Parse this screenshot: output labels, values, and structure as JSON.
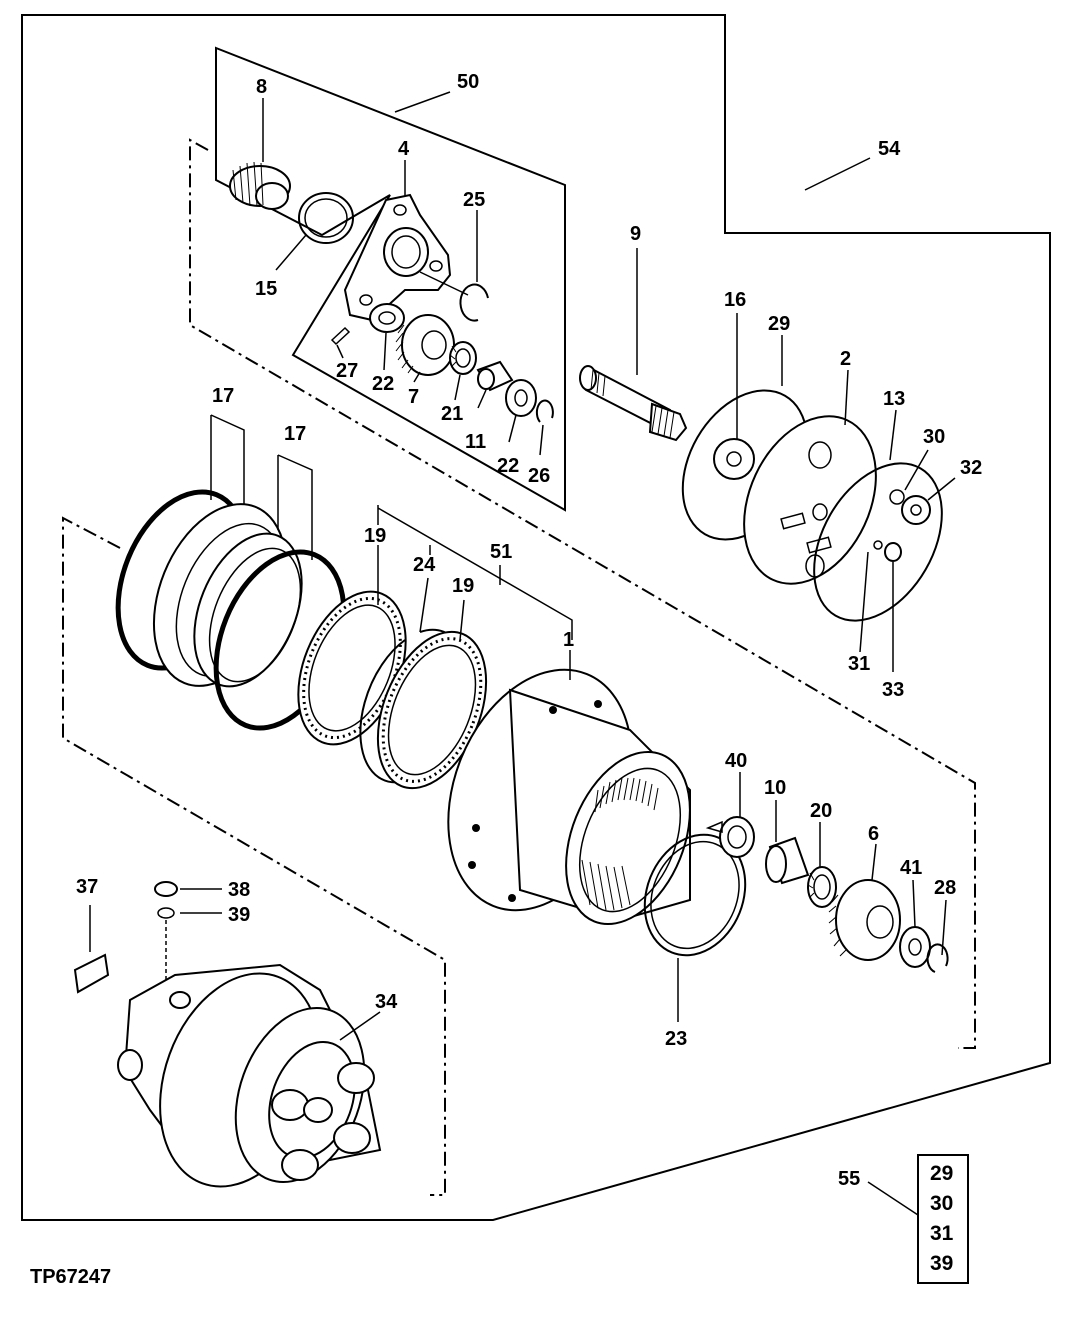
{
  "figure_id": "TP67247",
  "callouts": {
    "c1": "1",
    "c2": "2",
    "c4": "4",
    "c6": "6",
    "c7": "7",
    "c8": "8",
    "c9": "9",
    "c10": "10",
    "c11": "11",
    "c13": "13",
    "c15": "15",
    "c16": "16",
    "c17a": "17",
    "c17b": "17",
    "c19a": "19",
    "c19b": "19",
    "c20": "20",
    "c21": "21",
    "c22a": "22",
    "c22b": "22",
    "c23": "23",
    "c24": "24",
    "c25": "25",
    "c26": "26",
    "c27": "27",
    "c28": "28",
    "c29": "29",
    "c30": "30",
    "c31": "31",
    "c32": "32",
    "c33": "33",
    "c34": "34",
    "c37": "37",
    "c38": "38",
    "c39": "39",
    "c40": "40",
    "c41": "41",
    "c50": "50",
    "c51": "51",
    "c54": "54",
    "c55": "55"
  },
  "kit_box": {
    "items": [
      "29",
      "30",
      "31",
      "39"
    ]
  }
}
